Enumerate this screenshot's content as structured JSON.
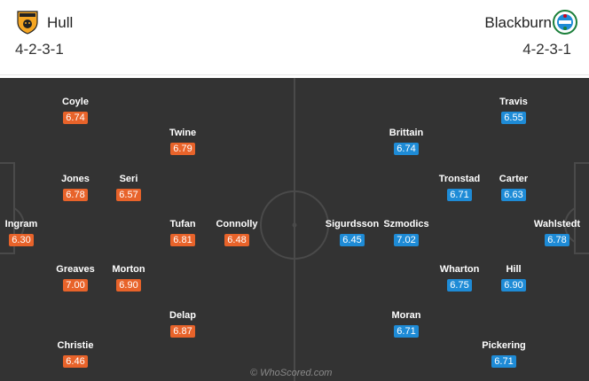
{
  "home": {
    "name": "Hull",
    "formation": "4-2-3-1",
    "color": "#e8632a",
    "crest_icon": "hull-city-crest-icon",
    "players": [
      {
        "name": "Coyle",
        "rating": "6.74"
      },
      {
        "name": "Twine",
        "rating": "6.79"
      },
      {
        "name": "Jones",
        "rating": "6.78"
      },
      {
        "name": "Seri",
        "rating": "6.57"
      },
      {
        "name": "Ingram",
        "rating": "6.30"
      },
      {
        "name": "Tufan",
        "rating": "6.81"
      },
      {
        "name": "Connolly",
        "rating": "6.48"
      },
      {
        "name": "Greaves",
        "rating": "7.00"
      },
      {
        "name": "Morton",
        "rating": "6.90"
      },
      {
        "name": "Delap",
        "rating": "6.87"
      },
      {
        "name": "Christie",
        "rating": "6.46"
      }
    ]
  },
  "away": {
    "name": "Blackburn",
    "formation": "4-2-3-1",
    "color": "#1e8bd6",
    "crest_icon": "blackburn-rovers-crest-icon",
    "players": [
      {
        "name": "Travis",
        "rating": "6.55"
      },
      {
        "name": "Brittain",
        "rating": "6.74"
      },
      {
        "name": "Tronstad",
        "rating": "6.71"
      },
      {
        "name": "Carter",
        "rating": "6.63"
      },
      {
        "name": "Sigurdsson",
        "rating": "6.45"
      },
      {
        "name": "Szmodics",
        "rating": "7.02"
      },
      {
        "name": "Wahlstedt",
        "rating": "6.78"
      },
      {
        "name": "Wharton",
        "rating": "6.75"
      },
      {
        "name": "Hill",
        "rating": "6.90"
      },
      {
        "name": "Moran",
        "rating": "6.71"
      },
      {
        "name": "Pickering",
        "rating": "6.71"
      }
    ]
  },
  "watermark": "© WhoScored.com"
}
